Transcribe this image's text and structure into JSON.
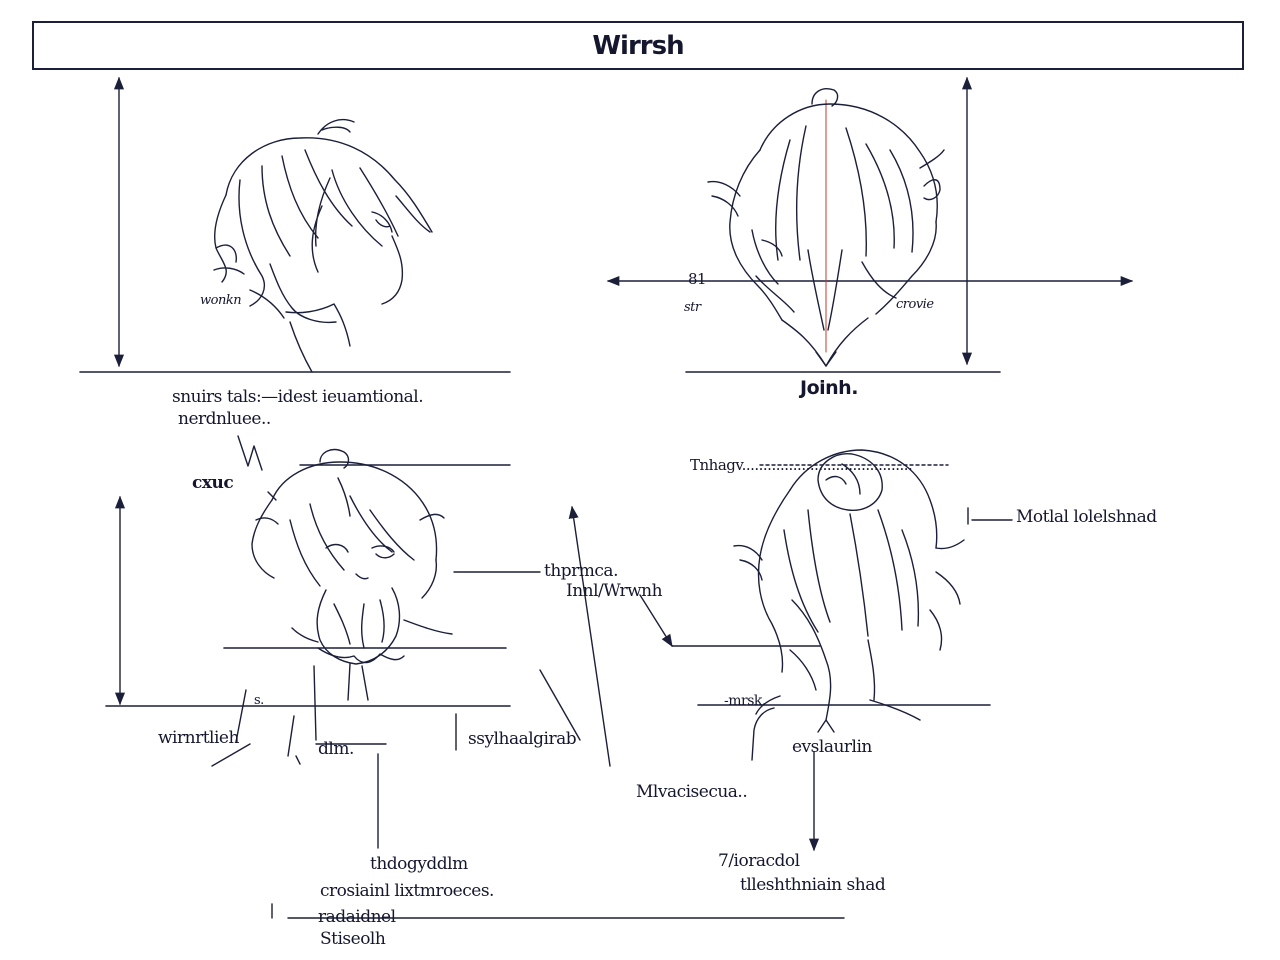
{
  "title": "Wirrsh",
  "views": {
    "top_left": {
      "name": "three-quarter-view",
      "label": "wonkn"
    },
    "top_right": {
      "name": "back-view",
      "label": "Joinh.",
      "mark_left": "81",
      "mark_left_sub": "str",
      "mark_right": "crovie"
    },
    "bottom_left": {
      "name": "front-closeup-view",
      "label_top_1": "snuirs tals:—idest ieuamtional.",
      "label_top_2": "nerdnluee..",
      "label_cxc": "cxuc",
      "label_mid_1": "thprmca.",
      "label_mid_2": "Innl/Wrwnh",
      "label_left": "wirnrtlieh",
      "label_dot": "dlm.",
      "label_right": "ssylhaalgirab",
      "label_mark": "s.",
      "label_bottom_1": "thdogyddlm",
      "label_bottom_2": "crosiainl lixtmroeces.",
      "label_bottom_3": "radaidnel",
      "label_bottom_4": "Stiseolh"
    },
    "bottom_right": {
      "name": "back-closeup-view",
      "label_top": "Tnhagv........................................",
      "label_right": "Motlal lolelshnad",
      "label_midlow": "-mrsk.",
      "label_bottom": "evslaurlin",
      "label_center": "Mlvacisecua..",
      "label_bottom_1": "7/ioracdol",
      "label_bottom_2": "tlleshthniain shad"
    }
  },
  "colors": {
    "ink": "#1b1f3a",
    "accent": "#c0392b"
  }
}
